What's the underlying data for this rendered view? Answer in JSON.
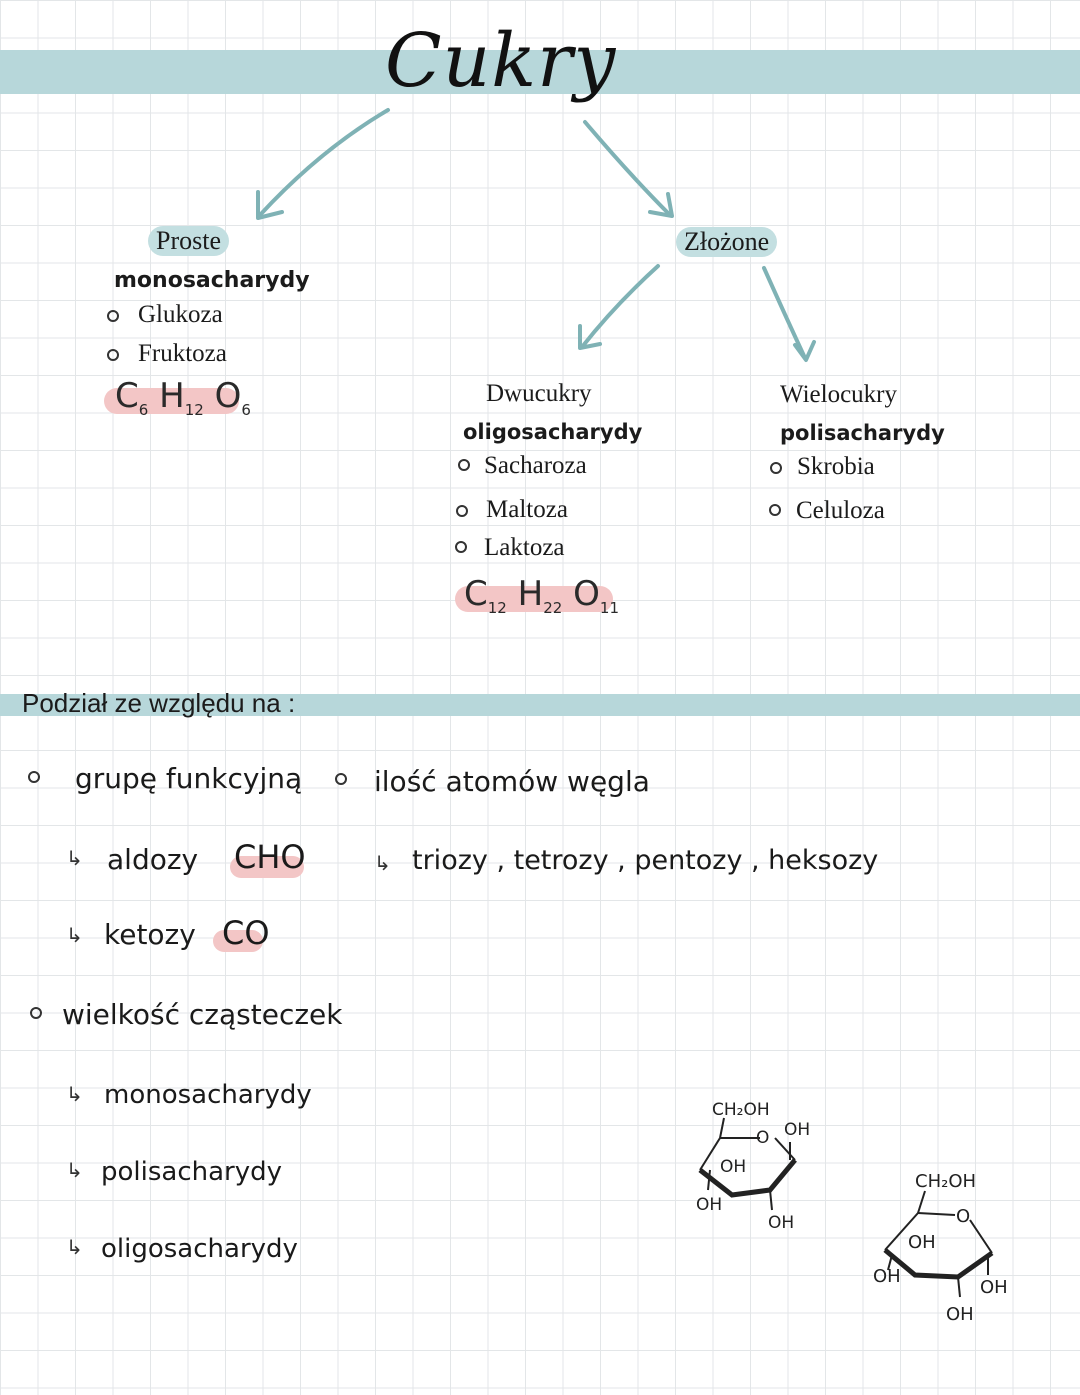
{
  "title": "Cukry",
  "left_branch": {
    "label": "Proste",
    "subtitle": "monosacharydy",
    "items": [
      "Glukoza",
      "Fruktoza"
    ],
    "formula": {
      "c": "C",
      "c_n": "6",
      "h": "H",
      "h_n": "12",
      "o": "O",
      "o_n": "6"
    }
  },
  "right_branch": {
    "label": "Złożone",
    "di": {
      "label": "Dwucukry",
      "subtitle": "oligosacharydy",
      "items": [
        "Sacharoza",
        "Maltoza",
        "Laktoza"
      ],
      "formula": {
        "c": "C",
        "c_n": "12",
        "h": "H",
        "h_n": "22",
        "o": "O",
        "o_n": "11"
      }
    },
    "poly": {
      "label": "Wielocukry",
      "subtitle": "polisacharydy",
      "items": [
        "Skrobia",
        "Celuloza"
      ]
    }
  },
  "division": {
    "header": "Podział ze względu na :",
    "functional_group": {
      "label": "grupę funkcyjną",
      "aldoses": "aldozy",
      "aldoses_group": "CHO",
      "ketoses": "ketozy",
      "ketoses_group": "CO"
    },
    "carbon_count": {
      "label": "ilość atomów węgla",
      "types": "triozy , tetrozy , pentozy , heksozy"
    },
    "molecule_size": {
      "label": "wielkość cząsteczek",
      "items": [
        "monosacharydy",
        "polisacharydy",
        "oligosacharydy"
      ]
    }
  },
  "structures": {
    "ch2oh": "CH₂OH",
    "o": "O",
    "oh": "OH"
  },
  "colors": {
    "band": "#b7d7da",
    "arrow": "#7fb2b5",
    "highlight_pink": "#f3c6c6",
    "pill": "#c3dfe1"
  }
}
